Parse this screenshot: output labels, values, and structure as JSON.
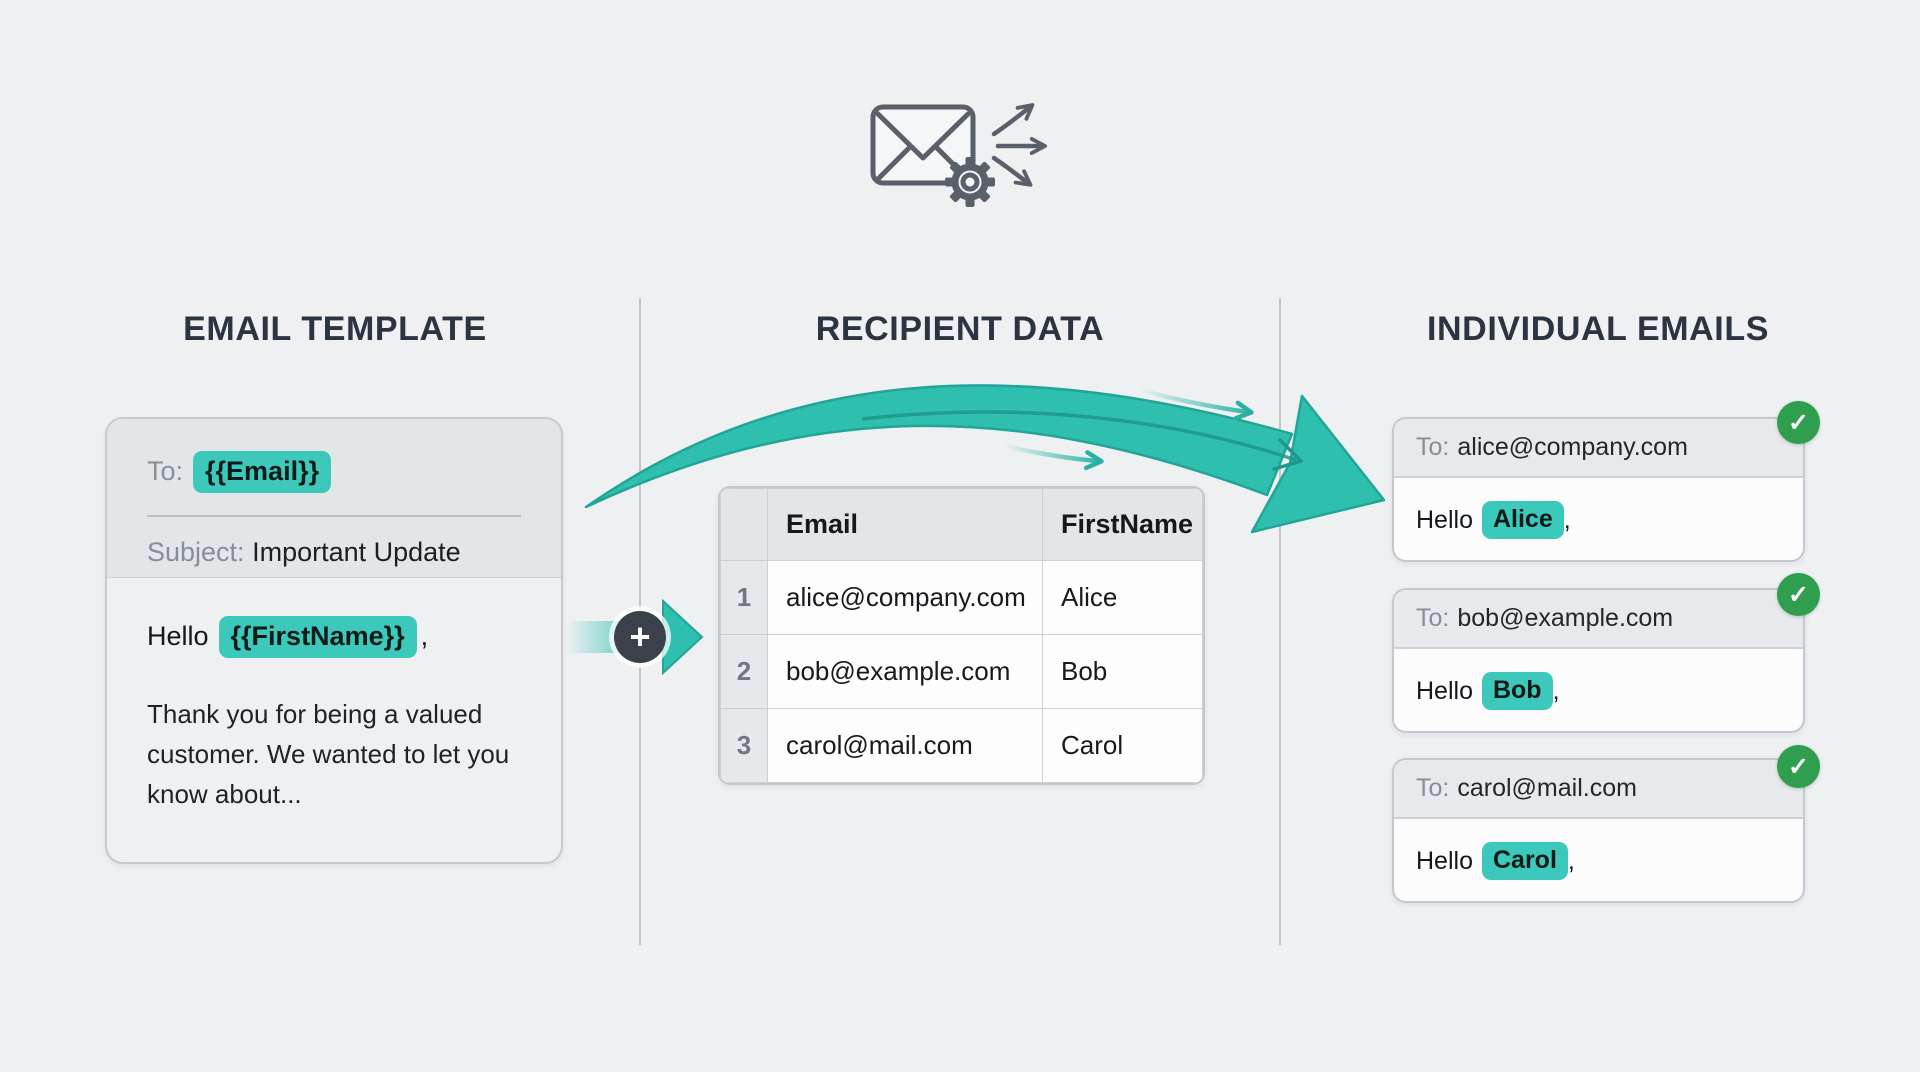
{
  "sections": {
    "template": {
      "heading": "EMAIL TEMPLATE",
      "to_label": "To:",
      "to_value": "{{Email}}",
      "subject_label": "Subject:",
      "subject_value": "Important Update",
      "greeting_prefix": "Hello",
      "greeting_variable": "{{FirstName}}",
      "greeting_suffix": ",",
      "body_text": "Thank you for being a valued customer. We wanted to let you know about..."
    },
    "recipients": {
      "heading": "RECIPIENT DATA",
      "table": {
        "columns": [
          "Email",
          "FirstName"
        ],
        "rows": [
          {
            "num": "1",
            "email": "alice@company.com",
            "first_name": "Alice"
          },
          {
            "num": "2",
            "email": "bob@example.com",
            "first_name": "Bob"
          },
          {
            "num": "3",
            "email": "carol@mail.com",
            "first_name": "Carol"
          }
        ]
      }
    },
    "output": {
      "heading": "INDIVIDUAL EMAILS",
      "to_label": "To:",
      "greeting_prefix": "Hello",
      "greeting_suffix": ",",
      "emails": [
        {
          "to": "alice@company.com",
          "name": "Alice"
        },
        {
          "to": "bob@example.com",
          "name": "Bob"
        },
        {
          "to": "carol@mail.com",
          "name": "Carol"
        }
      ]
    }
  },
  "icons": {
    "plus": "+",
    "check": "✓",
    "hero": "envelope-with-gear-and-fanout-arrows"
  },
  "colors": {
    "background": "#eef0f2",
    "heading": "#2b3440",
    "accent_teal_chip": "#3cc9bc",
    "arrow_teal": "#2fbfae",
    "success_green": "#2f9e4e",
    "plus_badge_dark": "#3a414a"
  }
}
